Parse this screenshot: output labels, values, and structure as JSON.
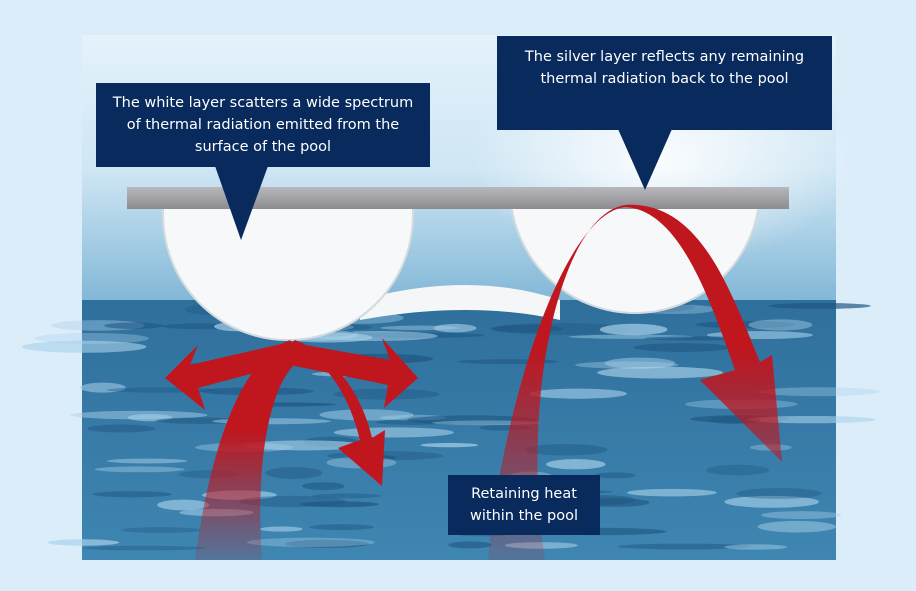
{
  "callouts": {
    "white_layer": "The white layer scatters a wide spectrum of thermal radiation emitted from the surface of the pool",
    "silver_layer": "The silver layer reflects any remaining thermal radiation back to the pool",
    "retaining": "Retaining heat within the pool"
  },
  "colors": {
    "background": "#dcedfa",
    "callout": "#082a5c",
    "arrow": "#c0161e",
    "silver": "#9b9b9f",
    "water": "#3d7fa8"
  }
}
